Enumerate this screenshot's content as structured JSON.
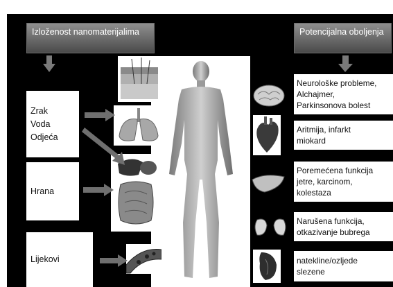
{
  "header_left": "Izloženost nanomaterijalima",
  "header_right": "Potencijalna oboljenja",
  "exposures": [
    {
      "label": "Zrak\nVoda\nOdjeća"
    },
    {
      "label": "Hrana"
    },
    {
      "label": "Lijekovi"
    }
  ],
  "diseases": [
    {
      "label": "Neurološke probleme,\nAlchajmer,\nParkinsonova bolest",
      "icon": "brain-icon"
    },
    {
      "label": "Aritmija, infarkt\nmiokard",
      "icon": "heart-icon"
    },
    {
      "label": "Poremećena funkcija\njetre, karcinom,\nkolestaza",
      "icon": "liver-icon"
    },
    {
      "label": "Narušena funkcija,\notkazivanje bubrega",
      "icon": "kidney-icon"
    },
    {
      "label": "natekline/ozljede\nslezene",
      "icon": "spleen-icon"
    }
  ],
  "organ_icons": [
    "skin-icon",
    "lungs-icon",
    "digestive-system-icon",
    "blood-vessel-icon"
  ],
  "colors": {
    "background": "#000000",
    "header": "#7a7a7a",
    "arrow": "#6f6f6f",
    "box": "#ffffff"
  }
}
